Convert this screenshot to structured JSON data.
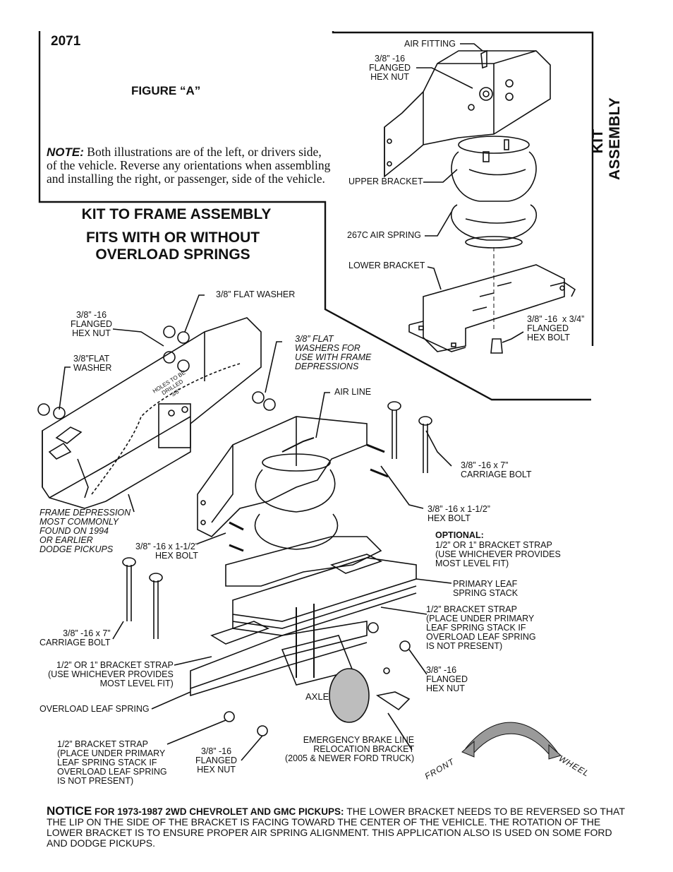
{
  "document_number": "2071",
  "figure_title": "FIGURE “A”",
  "note": {
    "heading": "NOTE:",
    "text": " Both illustrations are of the left, or drivers side, of the vehicle.  Reverse any orientations when assembling and installing the right, or passenger, side of the vehicle."
  },
  "kit_to_frame": {
    "title": "KIT TO FRAME ASSEMBLY",
    "subtitle": "FITS WITH OR WITHOUT\nOVERLOAD SPRINGS"
  },
  "kit_assembly": {
    "title": "KIT ASSEMBLY",
    "labels": {
      "air_fitting": "AIR FITTING",
      "flanged_hex_nut": "3/8” -16\nFLANGED\nHEX NUT",
      "upper_bracket": "UPPER BRACKET",
      "air_spring": "267C AIR SPRING",
      "lower_bracket": "LOWER BRACKET",
      "hex_bolt": "3/8” -16  x 3/4”\nFLANGED\nHEX BOLT"
    }
  },
  "frame_labels": {
    "flat_washer_top": "3/8” FLAT WASHER",
    "flanged_hex_nut_top": "3/8” -16\nFLANGED\nHEX NUT",
    "flat_washer_left": "3/8”FLAT\nWASHER",
    "flat_washers_depr": "3/8” FLAT\nWASHERS FOR\nUSE WITH FRAME\nDEPRESSIONS",
    "holes_drilled": "HOLES TO BE\nDRILLED\n3/8”",
    "air_line": "AIR LINE",
    "carriage_bolt_right": "3/8” -16 x 7”\nCARRIAGE BOLT",
    "hex_bolt_right": "3/8” -16 x 1-1/2”\nHEX BOLT",
    "frame_depression": "FRAME DEPRESSION\nMOST COMMONLY\nFOUND ON 1994\nOR EARLIER\nDODGE PICKUPS",
    "hex_bolt_left": "3/8” -16 x 1-1/2”\nHEX BOLT",
    "optional_head": "OPTIONAL:",
    "optional_text": "1/2” OR 1” BRACKET STRAP\n(USE WHICHEVER PROVIDES\nMOST LEVEL FIT)",
    "primary_leaf": "PRIMARY LEAF\nSPRING STACK",
    "bracket_strap_right": "1/2” BRACKET STRAP\n(PLACE UNDER PRIMARY\nLEAF SPRING STACK IF\nOVERLOAD LEAF SPRING\nIS NOT PRESENT)",
    "carriage_bolt_left": "3/8” -16 x 7”\nCARRIAGE BOLT",
    "bracket_strap_left": "1/2” OR 1” BRACKET STRAP\n(USE WHICHEVER PROVIDES\nMOST LEVEL FIT)",
    "flanged_hex_nut_right": "3/8” -16\nFLANGED\nHEX NUT",
    "axle": "AXLE",
    "overload_leaf": "OVERLOAD LEAF SPRING",
    "bracket_strap_bottom": "1/2” BRACKET STRAP\n(PLACE UNDER PRIMARY\nLEAF SPRING STACK IF\nOVERLOAD LEAF SPRING\nIS NOT PRESENT)",
    "flanged_hex_nut_bottom": "3/8” -16\nFLANGED\nHEX NUT",
    "emergency_brake": "EMERGENCY BRAKE LINE\nRELOCATION BRACKET\n(2005 & NEWER FORD TRUCK)",
    "front": "FRONT",
    "wheel": "WHEEL"
  },
  "notice": {
    "title": "NOTICE",
    "subject": " FOR 1973-1987 2WD CHEVROLET AND GMC PICKUPS:",
    "text": " THE LOWER BRACKET NEEDS TO BE REVERSED SO THAT THE LIP ON THE SIDE OF THE BRACKET IS FACING TOWARD THE CENTER OF THE VEHICLE. THE ROTATION OF THE LOWER BRACKET IS TO ENSURE PROPER AIR SPRING ALIGNMENT. THIS APPLICATION ALSO IS USED ON SOME FORD AND DODGE PICKUPS."
  },
  "colors": {
    "ink": "#111111",
    "arrow_fill": "#9a9a9a",
    "axle_fill": "#bdbdbd"
  }
}
